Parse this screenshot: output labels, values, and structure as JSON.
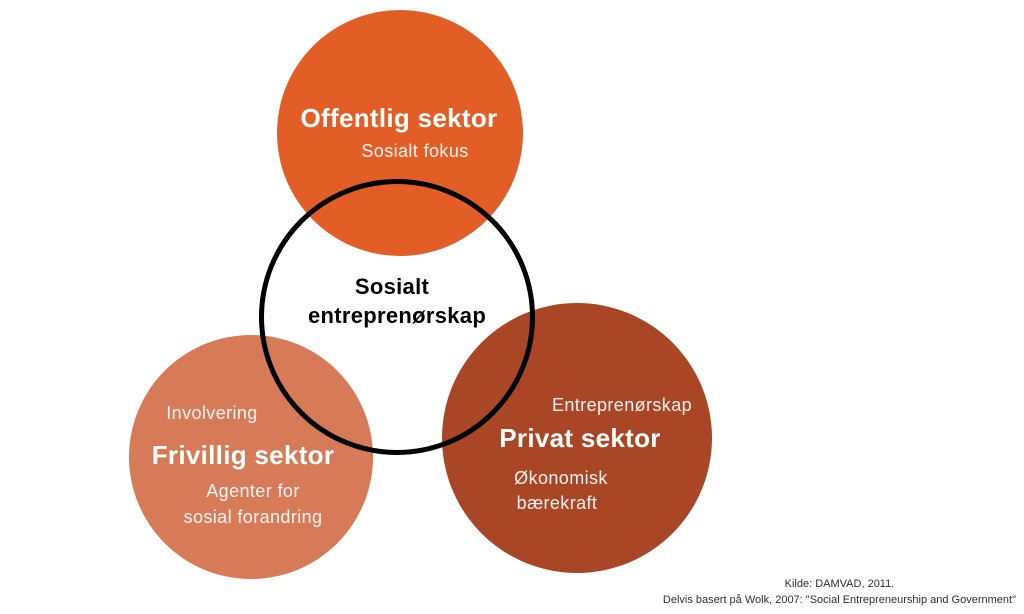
{
  "diagram": {
    "background_color": "#ffffff",
    "center": {
      "line1": "Sosialt",
      "line2": "entreprenørskap",
      "ring_color": "#000000"
    },
    "circles": {
      "public": {
        "title": "Offentlig sektor",
        "subtitle": "Sosialt fokus",
        "color": "#e25e26"
      },
      "voluntary": {
        "tag": "Involvering",
        "title": "Frivillig sektor",
        "subtitle_line1": "Agenter for",
        "subtitle_line2": "sosial forandring",
        "color": "#d77a57"
      },
      "private": {
        "tag": "Entreprenørskap",
        "title": "Privat sektor",
        "subtitle_line1": "Økonomisk",
        "subtitle_line2": "bærekraft",
        "color": "#a84626"
      }
    },
    "source": {
      "line1": "Kilde: DAMVAD, 2011.",
      "line2": "Delvis basert på Wolk, 2007: \"Social Entrepreneurship and Government\""
    }
  }
}
